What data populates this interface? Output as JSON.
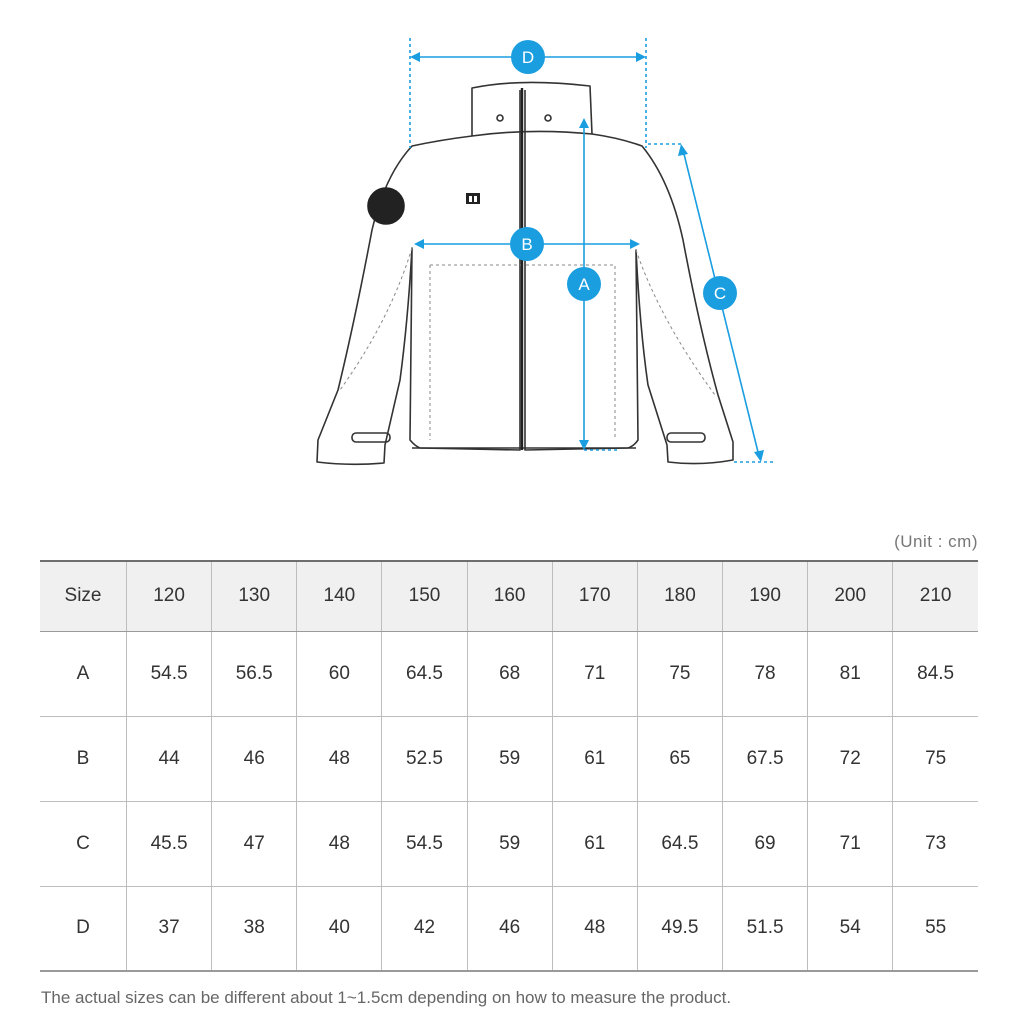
{
  "markers": {
    "a": "A",
    "b": "B",
    "c": "C",
    "d": "D"
  },
  "colors": {
    "accent": "#1a9ee0",
    "line": "#333333",
    "header_bg": "#f0f0f0",
    "grid": "#bdbdbd"
  },
  "unit_label": "(Unit : cm)",
  "table": {
    "header": [
      "Size",
      "120",
      "130",
      "140",
      "150",
      "160",
      "170",
      "180",
      "190",
      "200",
      "210"
    ],
    "rows": [
      [
        "A",
        "54.5",
        "56.5",
        "60",
        "64.5",
        "68",
        "71",
        "75",
        "78",
        "81",
        "84.5"
      ],
      [
        "B",
        "44",
        "46",
        "48",
        "52.5",
        "59",
        "61",
        "65",
        "67.5",
        "72",
        "75"
      ],
      [
        "C",
        "45.5",
        "47",
        "48",
        "54.5",
        "59",
        "61",
        "64.5",
        "69",
        "71",
        "73"
      ],
      [
        "D",
        "37",
        "38",
        "40",
        "42",
        "46",
        "48",
        "49.5",
        "51.5",
        "54",
        "55"
      ]
    ]
  },
  "footnote": "The actual sizes can be different about 1~1.5cm depending on how to measure the product."
}
